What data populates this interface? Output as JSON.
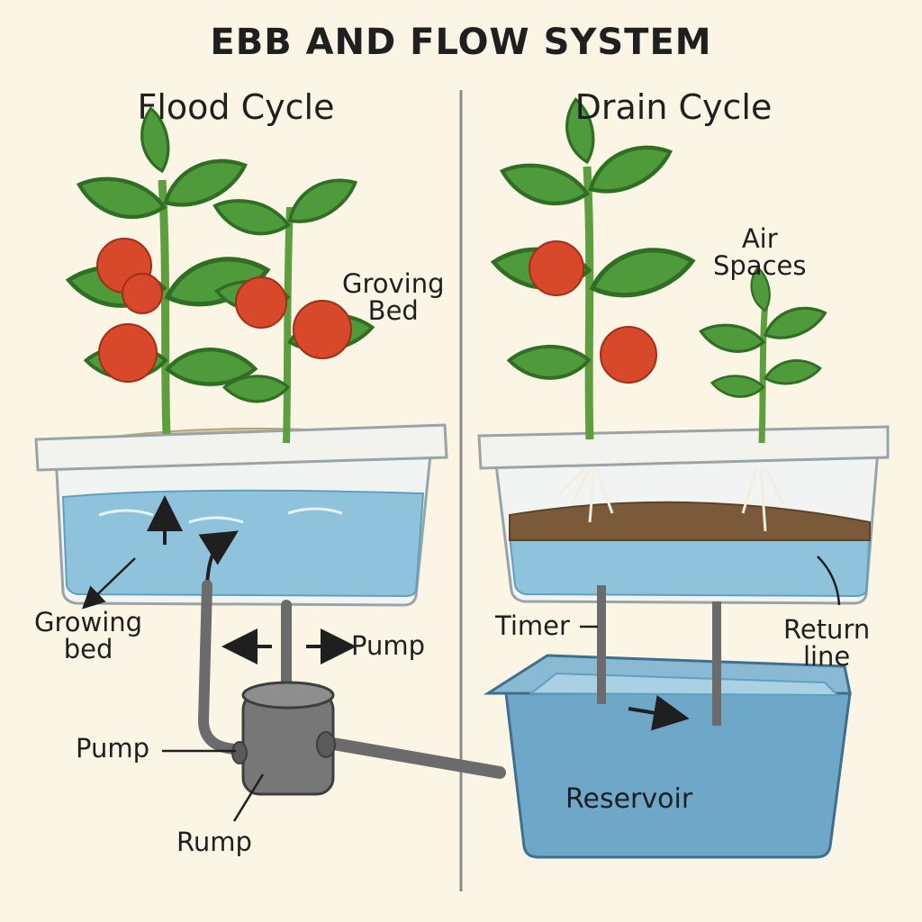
{
  "title": "EBB AND FLOW SYSTEM",
  "panels": {
    "flood": {
      "heading": "Flood Cycle",
      "labels": {
        "growing_bed_top": [
          "Groving",
          "Bed"
        ],
        "growing_bed_bottom": [
          "Growing",
          "bed"
        ],
        "pump_right": "Pump",
        "pump_left": "Pump",
        "pump_bottom": "Rump"
      }
    },
    "drain": {
      "heading": "Drain Cycle",
      "labels": {
        "air_spaces": [
          "Air",
          "Spaces"
        ],
        "timer": "Timer",
        "return_line": [
          "Return",
          "line"
        ],
        "reservoir": "Reservoir"
      }
    }
  },
  "colors": {
    "background": "#fbf5e6",
    "water": "#8fc3dc",
    "water_dark": "#5f9fbf",
    "tray_rim": "#f2f2ee",
    "reservoir": "#6ea7c8",
    "pipe": "#6b6b6b",
    "pump": "#777777",
    "leaf": "#4f9a3a",
    "stem": "#5e9e3e",
    "tomato": "#d8482a",
    "medium": "#d9c7a1",
    "soil": "#7b5a3a"
  }
}
